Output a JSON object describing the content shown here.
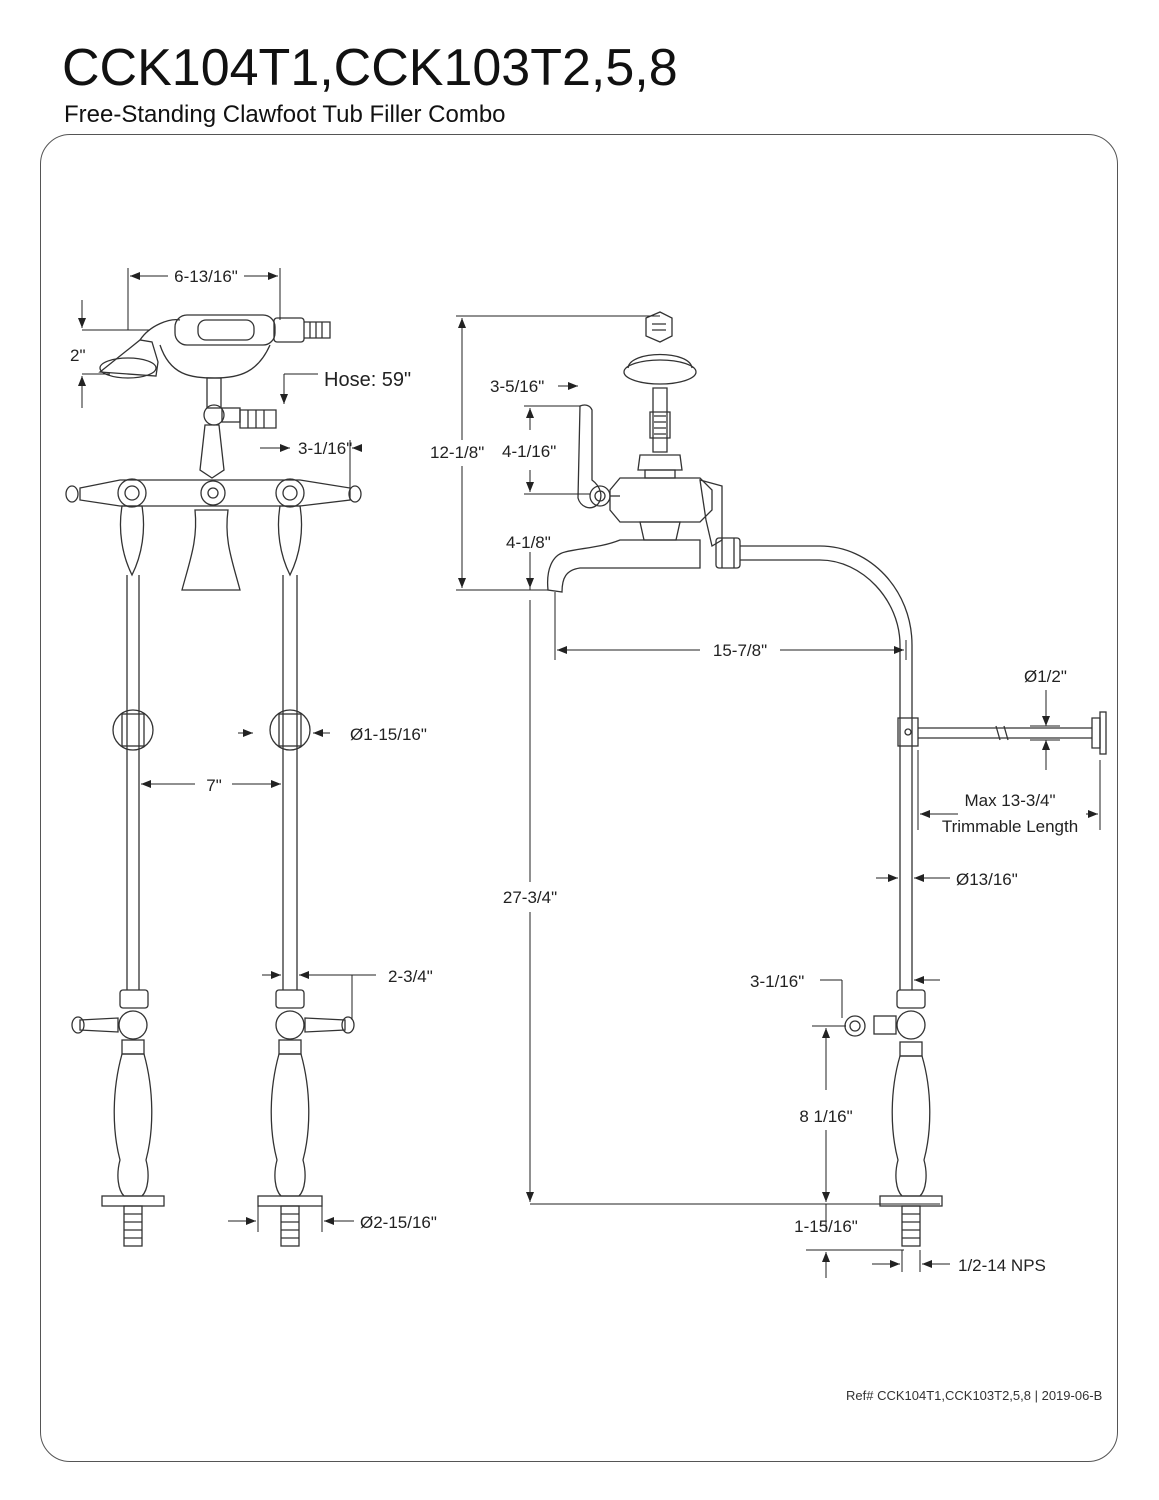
{
  "header": {
    "title": "CCK104T1,CCK103T2,5,8",
    "subtitle": "Free-Standing Clawfoot Tub Filler Combo"
  },
  "dimensions": {
    "handshower_width": "6-13/16\"",
    "handshower_height": "2\"",
    "hose": "Hose: 59\"",
    "handle_offset": "3-1/16\"",
    "bracket_dia": "Ø1-15/16\"",
    "supply_spacing": "7\"",
    "valve_handle": "2-3/4\"",
    "flange_dia": "Ø2-15/16\"",
    "lever_width": "3-5/16\"",
    "lever_height": "4-1/16\"",
    "overall_height_top": "12-1/8\"",
    "spout_height": "4-1/8\"",
    "spout_reach": "15-7/8\"",
    "brace_dia": "Ø1/2\"",
    "brace_length_a": "Max 13-3/4\"",
    "brace_length_b": "Trimmable Length",
    "pipe_dia": "Ø13/16\"",
    "riser_height": "27-3/4\"",
    "valve_offset": "3-1/16\"",
    "valve_height": "8 1/16\"",
    "tailpiece": "1-15/16\"",
    "thread": "1/2-14 NPS"
  },
  "footer": {
    "ref": "Ref# CCK104T1,CCK103T2,5,8 | 2019-06-B"
  }
}
